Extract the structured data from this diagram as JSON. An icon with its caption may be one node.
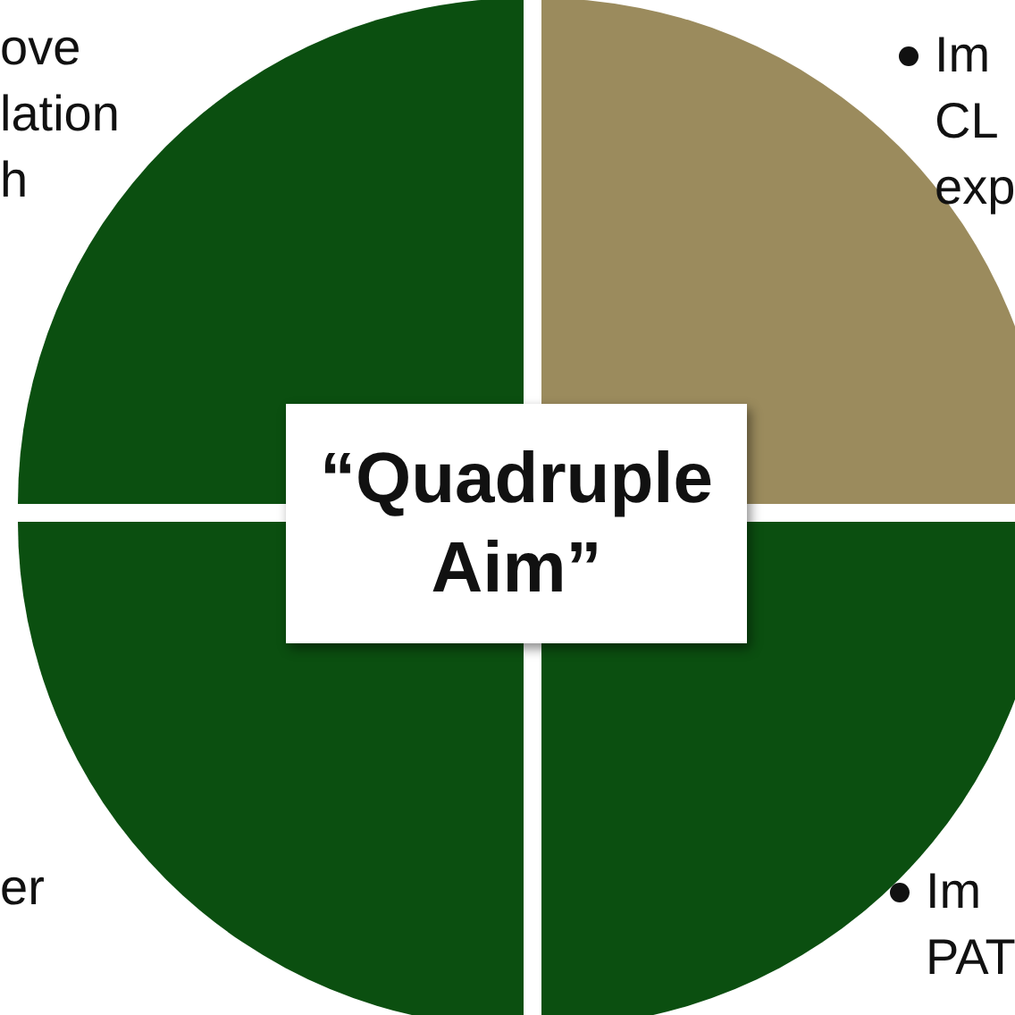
{
  "diagram": {
    "nodes": [
      {
        "text": [],
        "shape": "sector",
        "beside": [
          "ove lation h"
        ]
      },
      {
        "text": [],
        "shape": "sector",
        "beside": [
          "Im CL exp"
        ]
      },
      {
        "text": [],
        "shape": "sector",
        "beside": [
          "er"
        ]
      },
      {
        "text": [],
        "shape": "sector",
        "beside": [
          "Im PAT"
        ]
      },
      {
        "text": [
          "“Quadruple Aim”"
        ]
      }
    ]
  }
}
